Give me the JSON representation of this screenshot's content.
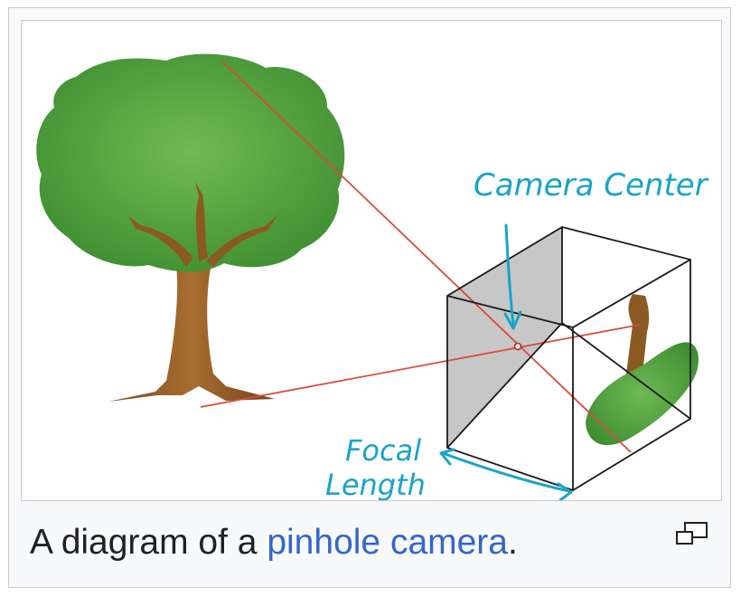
{
  "figure": {
    "labels": {
      "camera_center": "Camera Center",
      "focal_length_line1": "Focal",
      "focal_length_line2": "Length"
    }
  },
  "caption": {
    "prefix": "A diagram of a ",
    "link_text": "pinhole camera",
    "suffix": "."
  },
  "icons": {
    "magnify": "enlarge-icon"
  },
  "colors": {
    "foliage": "#4f9f3e",
    "trunk": "#8b5a23",
    "ray": "#d84b3e",
    "annotation": "#1aa3c7",
    "link": "#3366cc",
    "back_plane": "#c7c7c7"
  }
}
